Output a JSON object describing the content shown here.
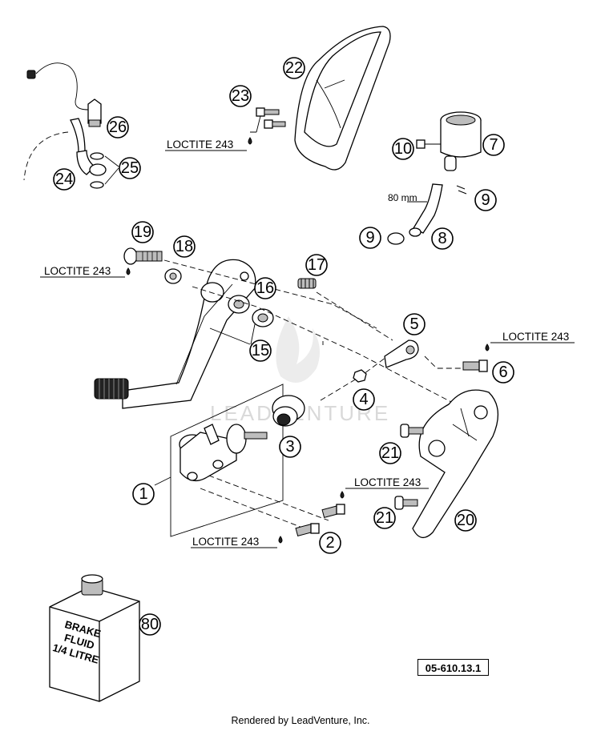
{
  "diagram": {
    "callouts": {
      "c1": "1",
      "c2": "2",
      "c3": "3",
      "c4": "4",
      "c5": "5",
      "c6": "6",
      "c7": "7",
      "c8": "8",
      "c9a": "9",
      "c9b": "9",
      "c10": "10",
      "c15": "15",
      "c16": "16",
      "c17": "17",
      "c18": "18",
      "c19": "19",
      "c20": "20",
      "c21a": "21",
      "c21b": "21",
      "c22": "22",
      "c23": "23",
      "c24": "24",
      "c25": "25",
      "c26": "26",
      "c80": "80"
    },
    "loctite_label": "LOCTITE 243",
    "dimension_label": "80 mm",
    "bottle_lines": [
      "BRAKE",
      "FLUID",
      "1/4 LITRE"
    ],
    "reference_code": "05-610.13.1",
    "watermark": "LEADVENTURE",
    "footer": "Rendered by LeadVenture, Inc."
  }
}
